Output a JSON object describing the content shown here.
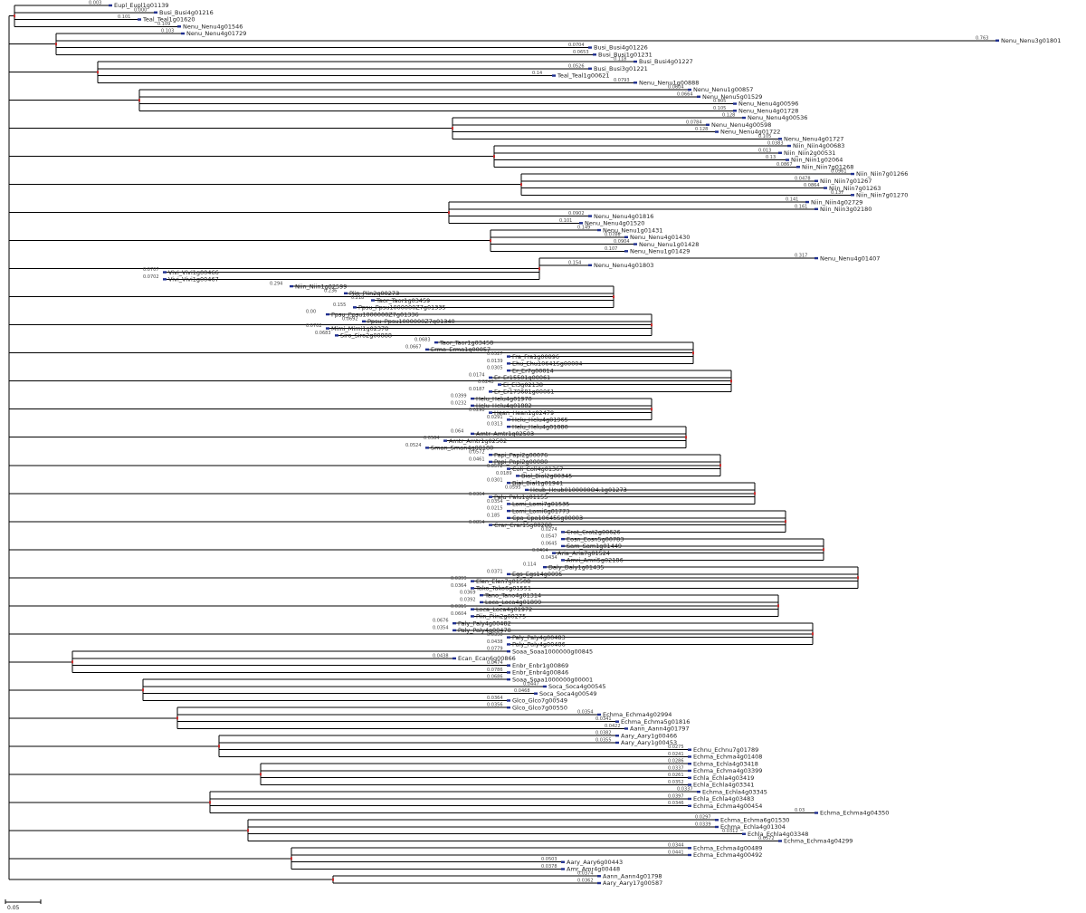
{
  "scale_bar": {
    "label": "0.05"
  },
  "colors": {
    "branch": "#000000",
    "node_marker": "#cc2b2b",
    "leaf_marker": "#1f2f8f"
  },
  "leaves": [
    {
      "label": "Eupl_Eupl1g01139",
      "support": "0.003"
    },
    {
      "label": "Busi_Busi4g01216",
      "support": "0.000"
    },
    {
      "label": "Teal_Teal1g01620",
      "support": "0.101"
    },
    {
      "label": "Nenu_Nenu4g01546",
      "support": "0.109"
    },
    {
      "label": "Nenu_Nenu4g01729",
      "support": "0.103"
    },
    {
      "label": "Nenu_Nenu3g01801",
      "support": "0.763"
    },
    {
      "label": "Busi_Busi4g01226",
      "support": "0.0704"
    },
    {
      "label": "Busi_Busi1g01231",
      "support": "0.0653"
    },
    {
      "label": "Busi_Busi4g01227",
      "support": "0.118"
    },
    {
      "label": "Busi_Busi3g01221",
      "support": "0.0526"
    },
    {
      "label": "Teal_Teal1g00621",
      "support": "0.14"
    },
    {
      "label": "Nenu_Nenu1g00888",
      "support": "0.0793"
    },
    {
      "label": "Nenu_Nenu1g00857",
      "support": "0.0604"
    },
    {
      "label": "Nenu_Nenu5g01529",
      "support": "0.0664"
    },
    {
      "label": "Nenu_Nenu4g00596",
      "support": "0.105"
    },
    {
      "label": "Nenu_Nenu4g01728",
      "support": "0.105"
    },
    {
      "label": "Nenu_Nenu4g00536",
      "support": "0.128"
    },
    {
      "label": "Nenu_Nenu4g00598",
      "support": "0.0784"
    },
    {
      "label": "Nenu_Nenu4g01722",
      "support": "0.128"
    },
    {
      "label": "Nenu_Nenu4g01727",
      "support": "0.105"
    },
    {
      "label": "Niin_Niin4g00683",
      "support": "0.0383"
    },
    {
      "label": "Niin_Niin2g00531",
      "support": "0.013"
    },
    {
      "label": "Niin_Niin1g02064",
      "support": "0.13"
    },
    {
      "label": "Niin_Niin7g01268",
      "support": "0.0867"
    },
    {
      "label": "Niin_Niin7g01266",
      "support": "0.0961"
    },
    {
      "label": "Niin_Niin7g01267",
      "support": "0.0478"
    },
    {
      "label": "Niin_Niin7g01263",
      "support": "0.0864"
    },
    {
      "label": "Niin_Niin7g01270",
      "support": "0.137"
    },
    {
      "label": "Niin_Niin4g02729",
      "support": "0.141"
    },
    {
      "label": "Niin_Niin3g02180",
      "support": "0.161"
    },
    {
      "label": "Nenu_Nenu4g01816",
      "support": "0.0902"
    },
    {
      "label": "Nenu_Nenu4g01520",
      "support": "0.101"
    },
    {
      "label": "Nenu_Nenu1g01431",
      "support": "0.149"
    },
    {
      "label": "Nenu_Nenu4g01430",
      "support": "0.0786"
    },
    {
      "label": "Nenu_Nenu1g01428",
      "support": "0.0904"
    },
    {
      "label": "Nenu_Nenu1g01429",
      "support": "0.107"
    },
    {
      "label": "Nenu_Nenu4g01407",
      "support": "0.317"
    },
    {
      "label": "Nenu_Nenu4g01803",
      "support": "0.154"
    },
    {
      "label": "Vivi_Vivi1g00466",
      "support": "0.0707"
    },
    {
      "label": "Vivi_Vivi1g00467",
      "support": "0.0702"
    },
    {
      "label": "Niin_Niin1g02599",
      "support": "0.294"
    },
    {
      "label": "Piin_Piin2g00273",
      "support": "0.236"
    },
    {
      "label": "Taor_Taor1g03459",
      "support": "0.218"
    },
    {
      "label": "Ppsu_Ppsu1000000Z7g01335",
      "support": "0.155"
    },
    {
      "label": "Ppsu_Ppsu1000000Z7g01336",
      "support": "0.00"
    },
    {
      "label": "Ppsu_Ppsu1000000Z7g01340",
      "support": "0.0692"
    },
    {
      "label": "Mimi_Mimi1g02378",
      "support": "0.0702"
    },
    {
      "label": "Siro_Siro2g00888",
      "support": "0.0683"
    },
    {
      "label": "Taor_Taor1g03458",
      "support": "0.0683"
    },
    {
      "label": "Erma_Erma1g00057",
      "support": "0.0667"
    },
    {
      "label": "Fra_Fra1g00896",
      "support": "0.0527"
    },
    {
      "label": "Ehu_Ehu10641Sg00004",
      "support": "0.0139"
    },
    {
      "label": "Er_Er7g00014",
      "support": "0.0305"
    },
    {
      "label": "Er_Er15501g00061",
      "support": "0.0174"
    },
    {
      "label": "Ei_Ei3g02138",
      "support": "0.0248"
    },
    {
      "label": "Er_Er179681g00061",
      "support": "0.0187"
    },
    {
      "label": "Helu_Helu4g01970",
      "support": "0.0399"
    },
    {
      "label": "Helu_Helu4g01882",
      "support": "0.0232"
    },
    {
      "label": "Hean_Hean1g02479",
      "support": "0.0298"
    },
    {
      "label": "Helu_Helu4g01965",
      "support": "0.0291"
    },
    {
      "label": "Helu_Helu4g01880",
      "support": "0.0313"
    },
    {
      "label": "Amtr_Amtr1g02503",
      "support": "0.064"
    },
    {
      "label": "Amtr_Amtr1g02502",
      "support": "0.0564"
    },
    {
      "label": "Sman_Sman4g00180",
      "support": "0.0524"
    },
    {
      "label": "Papi_Papi2g00076",
      "support": "0.0572"
    },
    {
      "label": "Papi_Papi2g00080",
      "support": "0.0461"
    },
    {
      "label": "Coli_Coli4g01367",
      "support": "0.0572"
    },
    {
      "label": "Bial_Bial2g00345",
      "support": "0.0189"
    },
    {
      "label": "Bial_Bial1g01941",
      "support": "0.0301"
    },
    {
      "label": "Heub_Heub0100000O4.1g01273",
      "support": "0.0595"
    },
    {
      "label": "Palu_Palu1g01155",
      "support": "0.0364"
    },
    {
      "label": "Lomi_Lomi7g01535",
      "support": "0.0354"
    },
    {
      "label": "Lomi_Lomi6g01773",
      "support": "0.0215"
    },
    {
      "label": "Cpa_Cpa10645Sg00003",
      "support": "0.185"
    },
    {
      "label": "Crar_Crar15g00288",
      "support": "0.0854"
    },
    {
      "label": "Crat_Crat2g00626",
      "support": "0.0274"
    },
    {
      "label": "Eosn_Eosn5g00783",
      "support": "0.0547"
    },
    {
      "label": "Sam_Sam1g01449",
      "support": "0.0645"
    },
    {
      "label": "Aria_Aria7g01524",
      "support": "0.0464"
    },
    {
      "label": "Amri_Amri5g02186",
      "support": "0.0434"
    },
    {
      "label": "Daly_Daly1g01435",
      "support": "0.114"
    },
    {
      "label": "Egs_Egs14g0095",
      "support": "0.0371"
    },
    {
      "label": "Elen_Elen7g01508",
      "support": "0.0399"
    },
    {
      "label": "Tako_Tako6g01551",
      "support": "0.0364"
    },
    {
      "label": "Tano_Tano4g01314",
      "support": "0.0369"
    },
    {
      "label": "Loca_Loca4g01899",
      "support": "0.0392"
    },
    {
      "label": "Loca_Loca4g01972",
      "support": "0.0315"
    },
    {
      "label": "Piin_Piin2g00275",
      "support": "0.0604"
    },
    {
      "label": "Paly_Paly4g00482",
      "support": "0.0676"
    },
    {
      "label": "Paly_Paly4g00478",
      "support": "0.0354"
    },
    {
      "label": "Paly_Paly4g00483",
      "support": "0.0398"
    },
    {
      "label": "Paly_Paly4g00486",
      "support": "0.0438"
    },
    {
      "label": "Soaa_Soaa1000000g00845",
      "support": "0.0779"
    },
    {
      "label": "Ecan_Ecan6g00866",
      "support": "0.0438"
    },
    {
      "label": "Enbr_Enbr1g00869",
      "support": "0.0474"
    },
    {
      "label": "Enbr_Enbr4g00846",
      "support": "0.0786"
    },
    {
      "label": "Soaa_Soaa1000000g00001",
      "support": "0.0686"
    },
    {
      "label": "Soca_Soca4g00545",
      "support": "0.0447"
    },
    {
      "label": "Soca_Soca4g00549",
      "support": "0.0468"
    },
    {
      "label": "Glco_Glco7g00549",
      "support": "0.0364"
    },
    {
      "label": "Glco_Glco7g00550",
      "support": "0.0356"
    },
    {
      "label": "Echma_Echma4g02994",
      "support": "0.0354"
    },
    {
      "label": "Echma_Echma5g01816",
      "support": "0.0341"
    },
    {
      "label": "Aann_Aann4g01797",
      "support": "0.0422"
    },
    {
      "label": "Aary_Aary1g00466",
      "support": "0.0382"
    },
    {
      "label": "Aary_Aary1g00453",
      "support": "0.0355"
    },
    {
      "label": "Echnu_Echnu7g01789",
      "support": "0.0275"
    },
    {
      "label": "Echma_Echma4g01408",
      "support": "0.0241"
    },
    {
      "label": "Echma_Echla4g03418",
      "support": "0.0286"
    },
    {
      "label": "Echma_Echma4g03399",
      "support": "0.0337"
    },
    {
      "label": "Echla_Echla4g03419",
      "support": "0.0261"
    },
    {
      "label": "Echla_Echla4g03341",
      "support": "0.0352"
    },
    {
      "label": "Echma_Echla4g03345",
      "support": "0.0337"
    },
    {
      "label": "Echla_Echla4g03483",
      "support": "0.0397"
    },
    {
      "label": "Echma_Echma4g00454",
      "support": "0.0346"
    },
    {
      "label": "Echma_Echma4g04350",
      "support": "0.03"
    },
    {
      "label": "Echma_Echma6g01530",
      "support": "0.0297"
    },
    {
      "label": "Echma_Echla4g01304",
      "support": "0.0339"
    },
    {
      "label": "Echla_Echla4g03348",
      "support": "0.0312"
    },
    {
      "label": "Echma_Echma4g04299",
      "support": "0.0572"
    },
    {
      "label": "Echma_Echma4g00489",
      "support": "0.0344"
    },
    {
      "label": "Echma_Echma4g00492",
      "support": "0.0441"
    },
    {
      "label": "Aary_Aary6g00443",
      "support": "0.0503"
    },
    {
      "label": "Amr_Amr4g00448",
      "support": "0.0378"
    },
    {
      "label": "Aann_Aann4g01798",
      "support": "0.0374"
    },
    {
      "label": "Aary_Aary17g00587",
      "support": "0.0362"
    }
  ]
}
